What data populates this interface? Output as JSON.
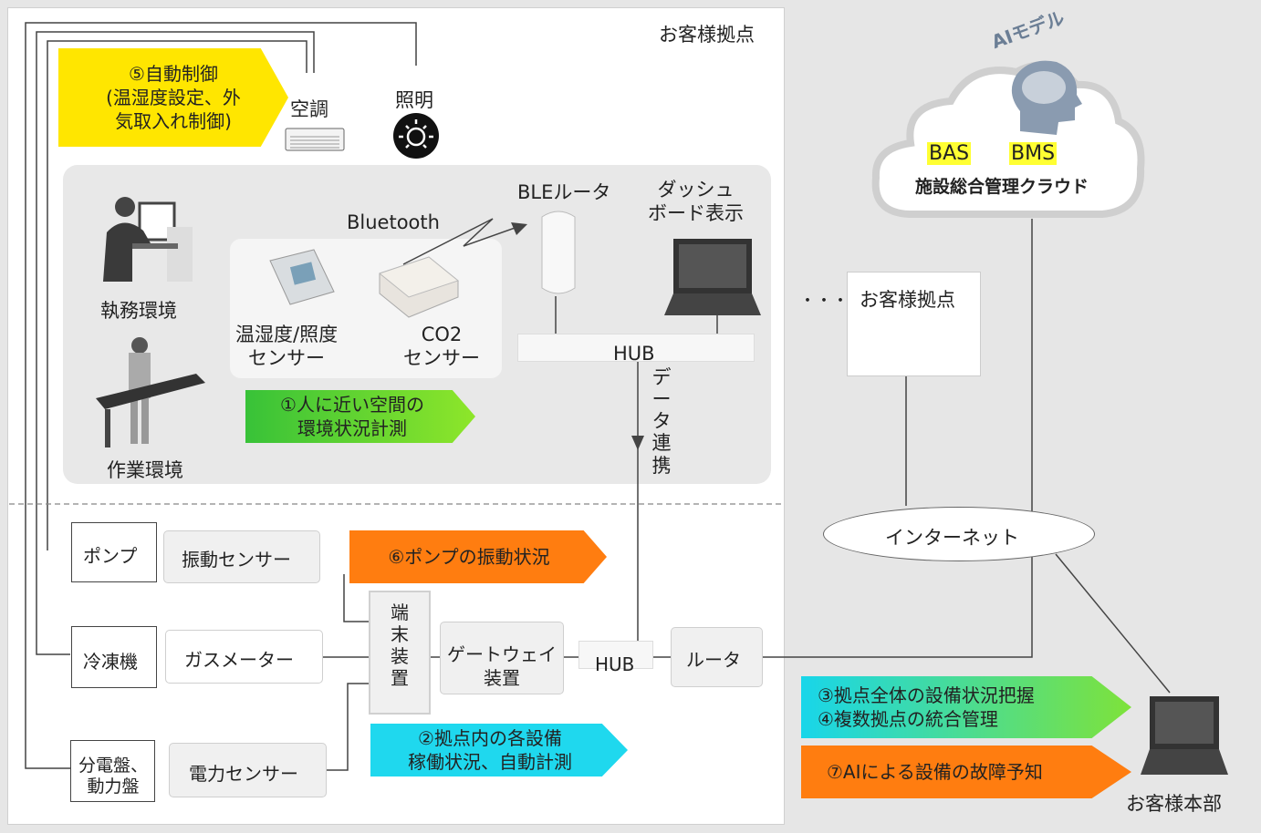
{
  "site_title": "お客様拠点",
  "auto_control": "⑤自動制御\n(温湿度設定、外\n気取入れ制御)",
  "aircon_label": "空調",
  "lighting_label": "照明",
  "work_env_office": "執務環境",
  "work_env_factory": "作業環境",
  "bluetooth_label": "Bluetooth",
  "temp_sensor_label": "温湿度/照度\nセンサー",
  "co2_sensor_label": "CO2\nセンサー",
  "ble_router_label": "BLEルータ",
  "dashboard_label": "ダッシュ\nボード表示",
  "hub_upper": "HUB",
  "data_link_label": "データ連携",
  "measure_label": "①人に近い空間の\n環境状況計測",
  "pump_label": "ポンプ",
  "vibration_sensor_label": "振動センサー",
  "pump_vibration_label": "⑥ポンプの振動状況",
  "chiller_label": "冷凍機",
  "gas_meter_label": "ガスメーター",
  "terminal_label": "端末装置",
  "gateway_label": "ゲートウェイ\n装置",
  "hub_lower": "HUB",
  "router_label": "ルータ",
  "panel_label": "分電盤、\n動力盤",
  "power_sensor_label": "電力センサー",
  "equipment_measure_label": "②拠点内の各設備\n稼働状況、自動計測",
  "cloud": {
    "ai_model_label": "AIモデル",
    "bas_label": "BAS",
    "bms_label": "BMS",
    "cloud_title": "施設総合管理クラウド"
  },
  "ellipsis": "・・・",
  "other_site_label": "お客様拠点",
  "internet_label": "インターネット",
  "integrated_label": "③拠点全体の設備状況把握\n④複数拠点の統合管理",
  "ai_prediction_label": "⑦AIによる設備の故障予知",
  "hq_label": "お客様本部",
  "colors": {
    "yellow": "#ffe600",
    "green": "#5fd12a",
    "orange": "#ff7d10",
    "cyan": "#1fd8ee",
    "highlight": "#ffff33"
  }
}
